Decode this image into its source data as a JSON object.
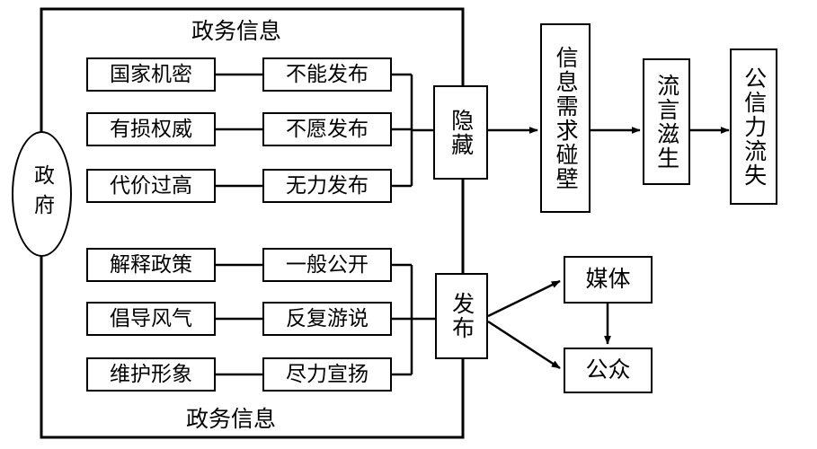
{
  "diagram": {
    "title_top": "政务信息",
    "title_bottom": "政务信息",
    "actor": "政府",
    "reason_boxes_hidden": [
      "国家机密",
      "有损权威",
      "代价过高"
    ],
    "action_boxes_hidden": [
      "不能发布",
      "不愿发布",
      "无力发布"
    ],
    "reason_boxes_released": [
      "解释政策",
      "倡导风气",
      "维护形象"
    ],
    "action_boxes_released": [
      "一般公开",
      "反复游说",
      "尽力宣扬"
    ],
    "hub_hidden": "隐藏",
    "hub_released": "发布",
    "consequence_chain": [
      "信息需求碰壁",
      "流言滋生",
      "公信力流失"
    ],
    "audience": [
      "媒体",
      "公众"
    ],
    "colors": {
      "stroke": "#000000",
      "fill": "#ffffff",
      "text": "#000000"
    }
  }
}
